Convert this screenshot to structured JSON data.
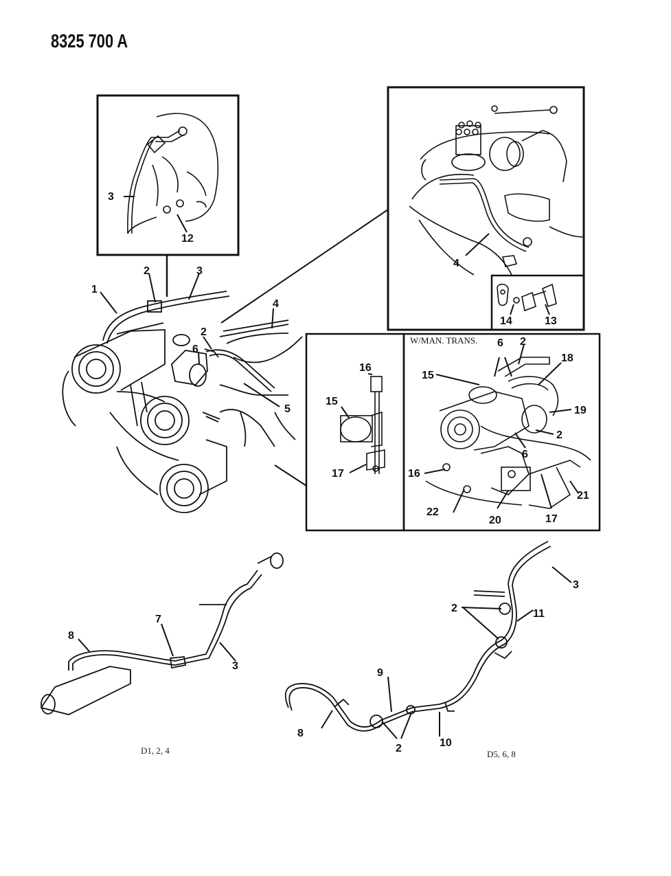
{
  "header": {
    "part_number": "8325 700 A"
  },
  "callouts": {
    "c1": "1",
    "c2": "2",
    "c3": "3",
    "c4": "4",
    "c5": "5",
    "c6": "6",
    "c7": "7",
    "c8": "8",
    "c9": "9",
    "c10": "10",
    "c11": "11",
    "c12": "12",
    "c13": "13",
    "c14": "14",
    "c15": "15",
    "c16": "16",
    "c17": "17",
    "c18": "18",
    "c19": "19",
    "c20": "20",
    "c21": "21",
    "c22": "22"
  },
  "insets": {
    "manual_trans_label": "W/MAN. TRANS."
  },
  "footer": {
    "left_code": "D1, 2, 4",
    "right_code": "D5, 6, 8"
  }
}
